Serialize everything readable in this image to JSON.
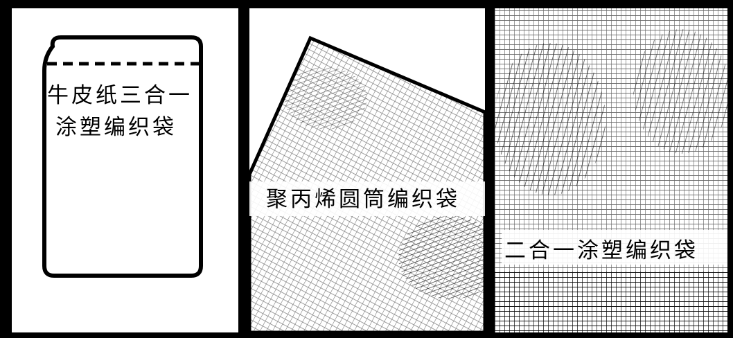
{
  "panels": [
    {
      "label_line1": "牛皮纸三合一",
      "label_line2": "涂塑编织袋"
    },
    {
      "label": "聚丙烯圆筒编织袋"
    },
    {
      "label": "二合一涂塑编织袋"
    }
  ],
  "colors": {
    "ink": "#000000",
    "paper": "#ffffff"
  }
}
